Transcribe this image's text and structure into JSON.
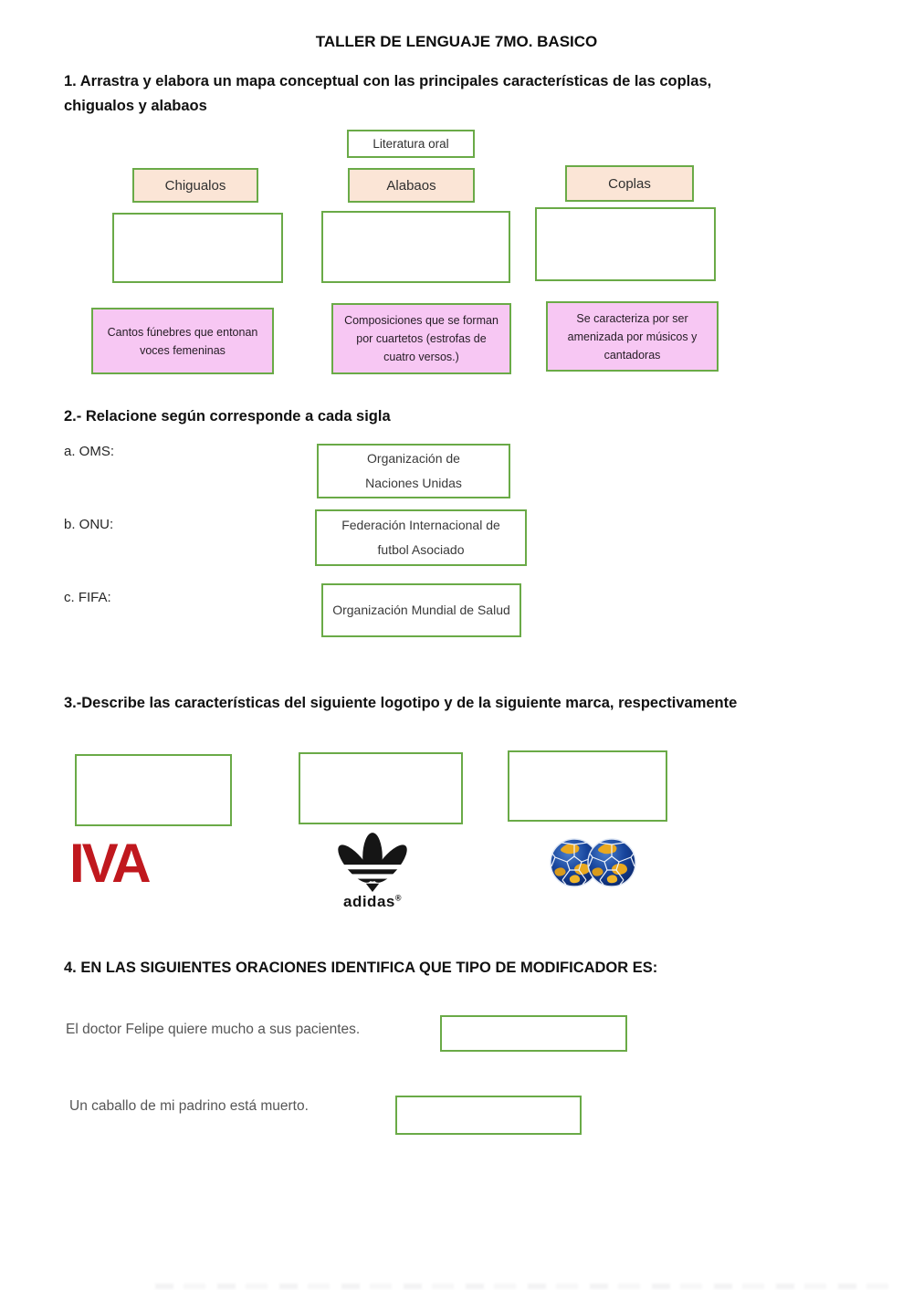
{
  "title": "TALLER DE LENGUAJE 7MO. BASICO",
  "colors": {
    "box_border_green": "#6aaa47",
    "category_fill_peach": "#fbe5d6",
    "card_fill_pink": "#f7c7f3",
    "iva_red": "#c0181e"
  },
  "q1": {
    "heading": "1. Arrastra y elabora un mapa conceptual con las principales características de las coplas, chigualos y alabaos",
    "root_label": "Literatura oral",
    "categories": [
      {
        "label": "Chigualos"
      },
      {
        "label": "Alabaos"
      },
      {
        "label": "Coplas"
      }
    ],
    "cards": [
      {
        "text": "Cantos fúnebres que entonan voces  femeninas"
      },
      {
        "text": "Composiciones que se forman por cuartetos (estrofas de cuatro versos.)"
      },
      {
        "text": "Se caracteriza por ser amenizada por músicos y cantadoras"
      }
    ]
  },
  "q2": {
    "heading": "2.- Relacione según corresponde a cada sigla",
    "items": [
      {
        "label": "a. OMS:",
        "option": "Organización de Naciones Unidas"
      },
      {
        "label": "b. ONU:",
        "option": "Federación Internacional de futbol Asociado"
      },
      {
        "label": "c. FIFA:",
        "option": "Organización Mundial de Salud"
      }
    ]
  },
  "q3": {
    "heading": "3.-Describe las características del siguiente logotipo y de la siguiente marca, respectivamente",
    "logos": {
      "iva": "IVA",
      "adidas": "adidas",
      "adidas_registered": "®"
    }
  },
  "q4": {
    "heading": "4. EN LAS SIGUIENTES ORACIONES IDENTIFICA QUE TIPO DE MODIFICADOR ES:",
    "sentences": [
      {
        "text": "El doctor Felipe quiere mucho a sus pacientes."
      },
      {
        "text": "Un caballo de mi padrino está muerto."
      }
    ]
  }
}
